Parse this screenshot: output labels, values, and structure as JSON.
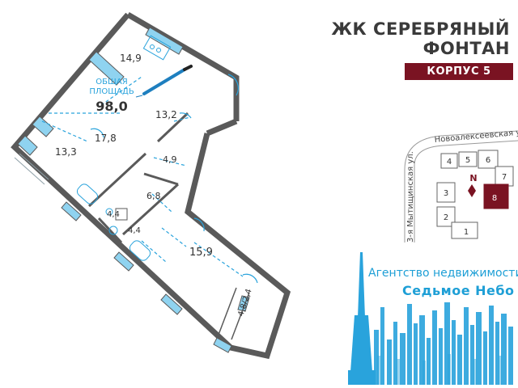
{
  "title": {
    "line1": "ЖК СЕРЕБРЯНЫЙ",
    "line2": "ФОНТАН"
  },
  "corpus": "КОРПУС 5",
  "plan": {
    "total_area_label_1": "ОБЩАЯ",
    "total_area_label_2": "ПЛОЩАДЬ",
    "total_area": "98,0",
    "rooms": [
      "14,9",
      "13,2",
      "17,8",
      "13,3",
      "4,9",
      "6,8",
      "4,4",
      "4,4",
      "15,9",
      "4,8/2,4"
    ]
  },
  "site_map": {
    "street_1": "Новоалексеевская ул.",
    "street_2": "3-я Мытищинская ул.",
    "north": "N",
    "buildings": [
      "1",
      "2",
      "3",
      "4",
      "5",
      "6",
      "7",
      "8"
    ],
    "highlighted_building": "8"
  },
  "agency": {
    "line1": "Агентство недвижимости",
    "line2": "Седьмое Небо"
  },
  "colors": {
    "wall": "#5a5a5a",
    "window": "#8fd3f0",
    "accent": "#7a1322",
    "brand_blue": "#1e9fd6",
    "tower": "#29a3dc"
  }
}
